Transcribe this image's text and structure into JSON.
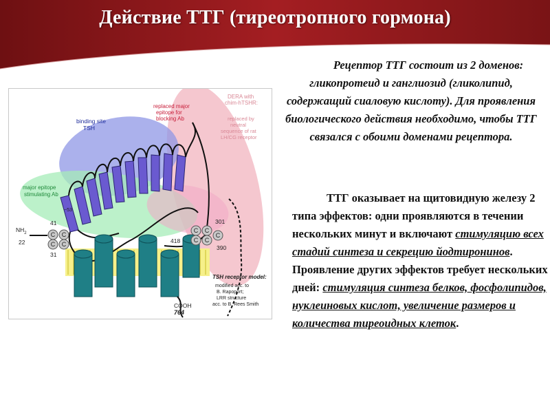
{
  "slide": {
    "title": "Действие  ТТГ (тиреотропного гормона)",
    "paragraph1": "Рецептор ТТГ состоит из 2 доменов: гликопротеид и ганглиозид (гликолипид, содержащий сиаловую кислоту). Для проявления биологического действия необходимо, чтобы ТТГ связался с обоими доменами рецептора.",
    "paragraph2_start": "ТТГ оказывает на щитовидную железу 2 типа эффектов: одни проявляются  в течении нескольких минут и включают ",
    "paragraph2_link1": "стимуляцию всех стадий синтеза и секрецию йодтиронинов",
    "paragraph2_mid": ". Проявление других эффектов требует нескольких дней: ",
    "paragraph2_link2": "стимуляция синтеза белков, фосфолипидов, нуклеиновых кислот, увеличение размеров и количества тиреоидных клеток",
    "paragraph2_end": "."
  },
  "figure": {
    "labels": {
      "binding_site": "binding site",
      "binding_tsh": "TSH",
      "replaced_1": "replaced  major",
      "replaced_2": "epitope for",
      "replaced_3": "blocking Ab",
      "dera_1": "DERA with",
      "dera_2": "chim-hTSHR:",
      "replby_1": "replaced by",
      "replby_2": "neutral",
      "replby_3": "sequence of rat",
      "replby_4": "LH/CG receptor",
      "major_1": "major epitope",
      "major_2": "stimulating Ab",
      "nh2": "NH",
      "nh2_sub": "2",
      "n22": "22",
      "n41": "41",
      "n31": "31",
      "n301": "301",
      "n418": "418",
      "n390": "390",
      "n53": "~53",
      "c": "C",
      "cooh": "COOH",
      "n764": "764",
      "model_title": "TSH receptor model:",
      "model_1": "modified acc. to",
      "model_2": "B. Rapoport;",
      "model_3": "LRR structure",
      "model_4": "acc. to B. Rees Smith"
    }
  }
}
